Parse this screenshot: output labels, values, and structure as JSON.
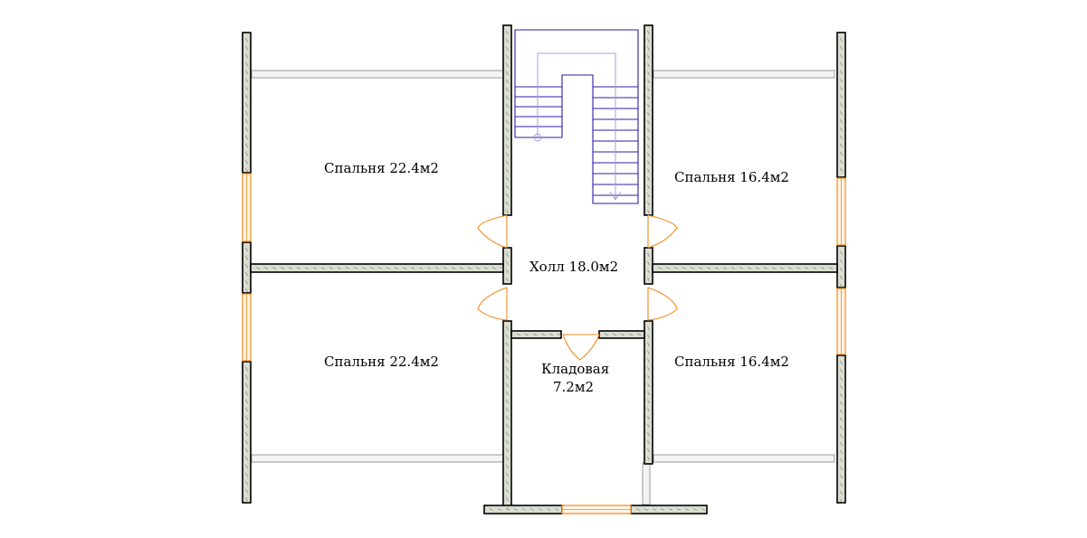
{
  "rooms": {
    "bedroom_nw": "Спальня 22.4м2",
    "bedroom_ne": "Спальня 16.4м2",
    "hall": "Холл 18.0м2",
    "bedroom_sw": "Спальня 22.4м2",
    "bedroom_se": "Спальня 16.4м2",
    "storage_name": "Кладовая",
    "storage_area": "7.2м2"
  },
  "colors": {
    "wall_fill": "#d9ddd2",
    "window": "#f28a1a",
    "stair": "#2b1fa8",
    "beam": "#9a9a9a"
  },
  "icons": [
    "wall",
    "window",
    "door-swing",
    "staircase"
  ]
}
